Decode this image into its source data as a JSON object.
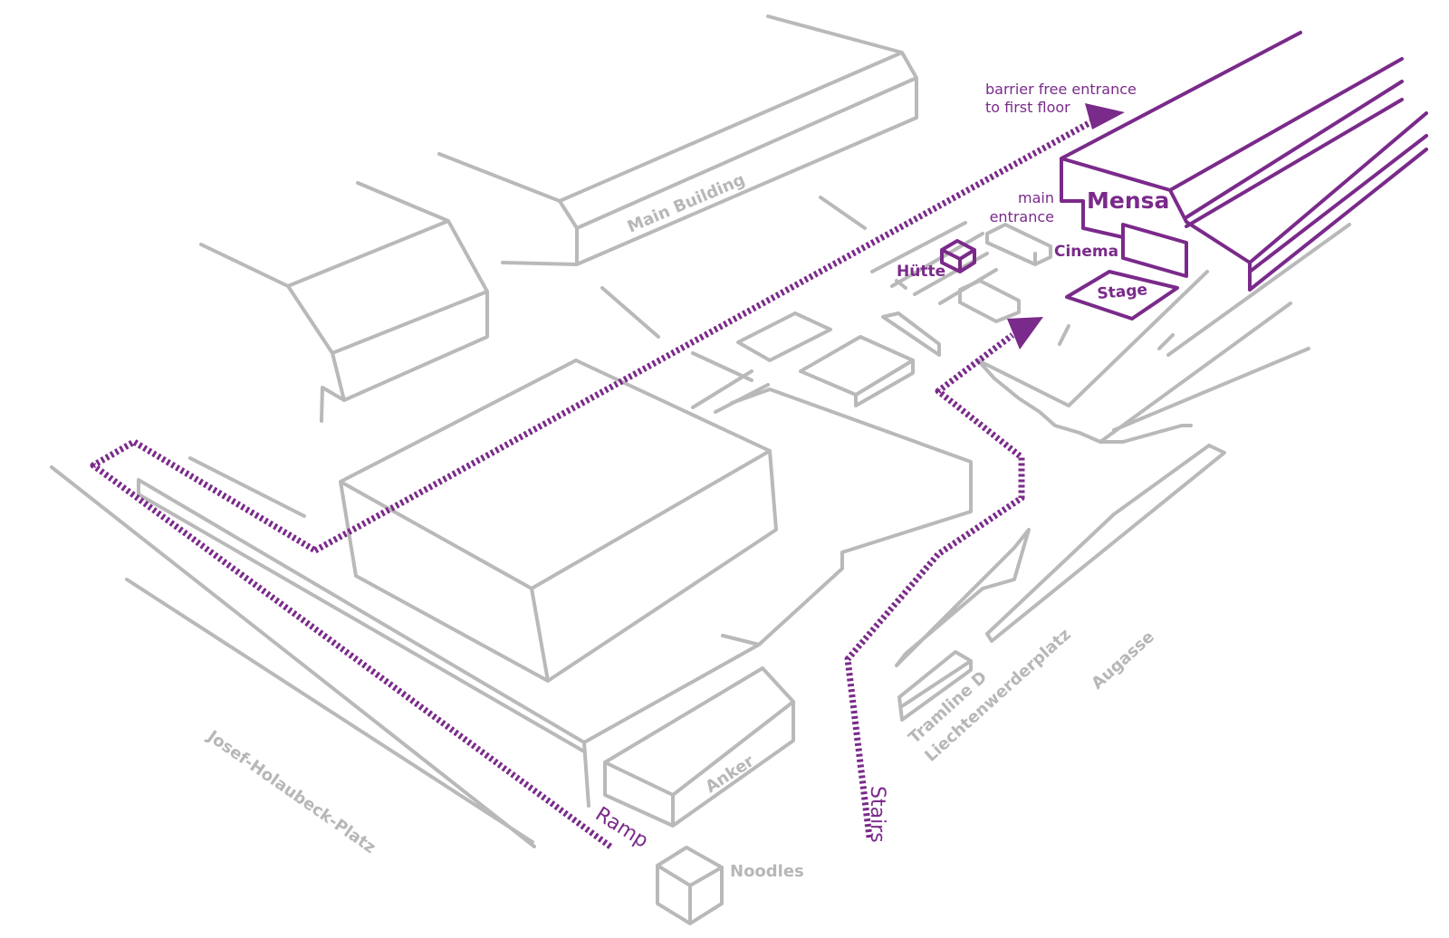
{
  "map": {
    "colors": {
      "building": "#b9b9b9",
      "accent": "#7a2a8a",
      "background": "#ffffff"
    },
    "highlighted_buildings": [
      {
        "id": "mensa",
        "name": "Mensa"
      },
      {
        "id": "cinema",
        "name": "Cinema"
      },
      {
        "id": "stage",
        "name": "Stage"
      },
      {
        "id": "huette",
        "name": "Hütte"
      }
    ],
    "buildings": [
      {
        "id": "main-building",
        "name": "Main Building"
      },
      {
        "id": "anker",
        "name": "Anker"
      },
      {
        "id": "noodles",
        "name": "Noodles"
      },
      {
        "id": "tramline",
        "name": "Tramline D"
      }
    ],
    "streets": [
      "Josef-Holaubeck-Platz",
      "Liechtenwerderplatz",
      "Augasse"
    ],
    "routes": [
      {
        "id": "barrier-free",
        "label": "barrier free entrance",
        "label2": "to first floor"
      },
      {
        "id": "main-entrance",
        "label": "main",
        "label2": "entrance"
      },
      {
        "id": "ramp",
        "label": "Ramp"
      },
      {
        "id": "stairs",
        "label": "Stairs"
      }
    ]
  }
}
